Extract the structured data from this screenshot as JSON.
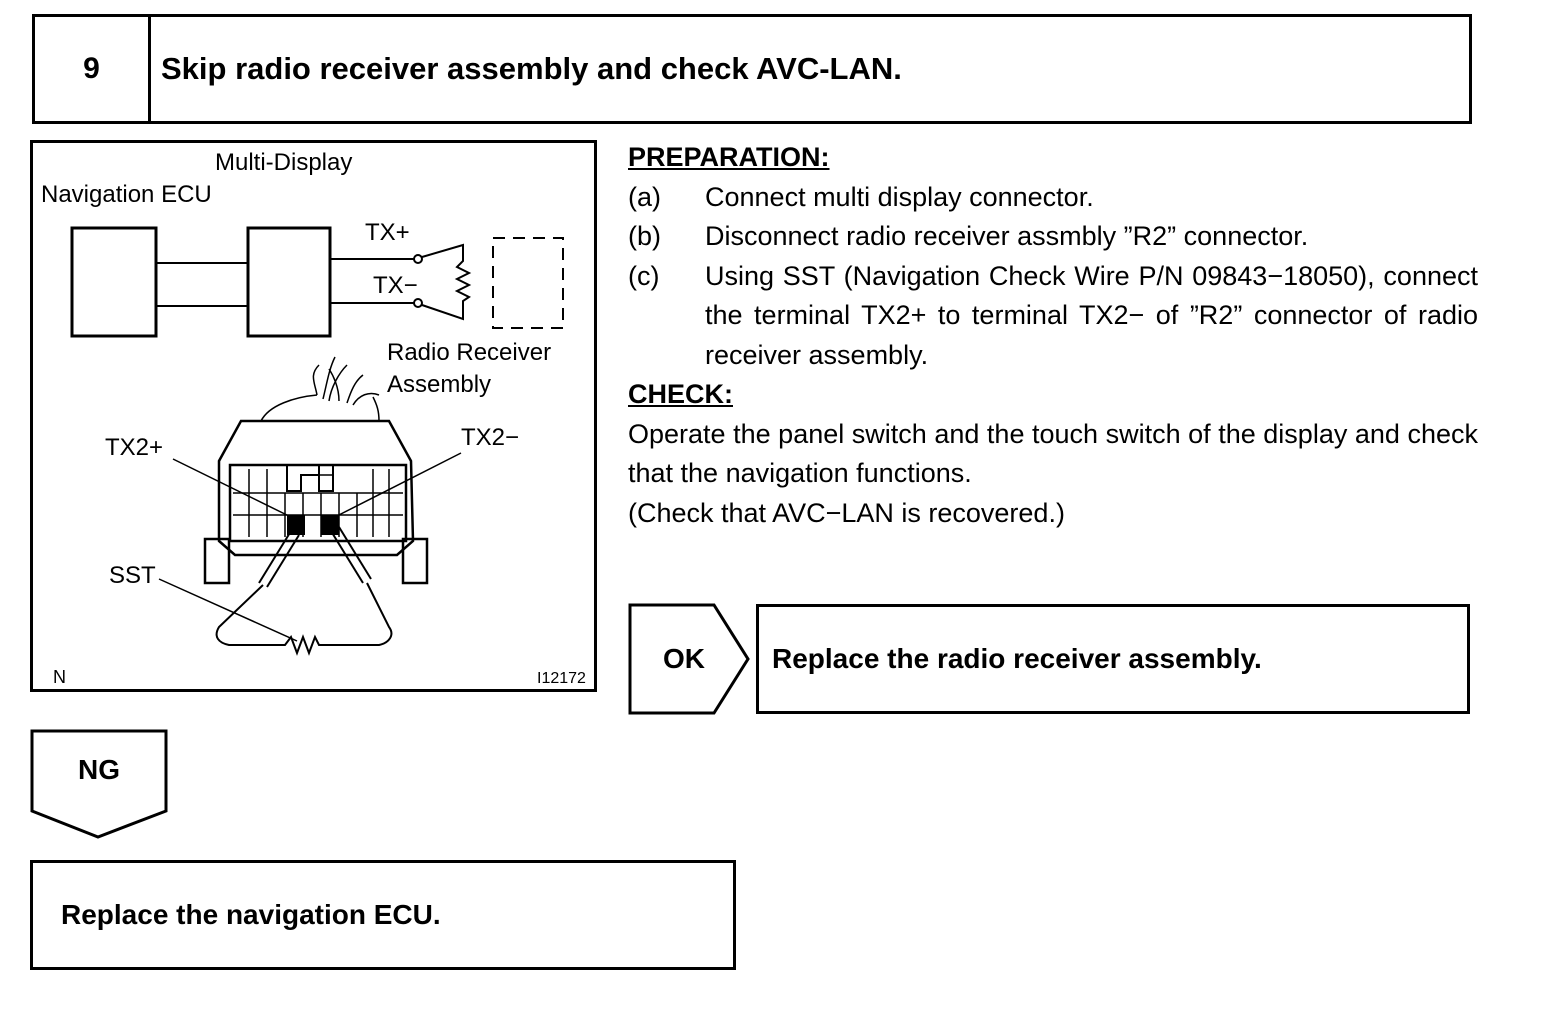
{
  "step": {
    "number": "9",
    "title": "Skip radio receiver assembly and check AVC-LAN."
  },
  "figure": {
    "label_multi_display": "Multi-Display",
    "label_navigation_ecu": "Navigation ECU",
    "label_tx_plus": "TX+",
    "label_tx_minus": "TX−",
    "label_radio_receiver_line1": "Radio Receiver",
    "label_radio_receiver_line2": "Assembly",
    "label_tx2_plus": "TX2+",
    "label_tx2_minus": "TX2−",
    "label_sst": "SST",
    "corner_code": "N",
    "figure_id": "I12172"
  },
  "preparation": {
    "heading": "PREPARATION:",
    "items": [
      {
        "letter": "(a)",
        "text": "Connect multi display connector."
      },
      {
        "letter": "(b)",
        "text": "Disconnect radio receiver assmbly ”R2” connector."
      },
      {
        "letter": "(c)",
        "text": "Using SST (Navigation Check Wire P/N 09843−18050), connect the terminal TX2+ to terminal TX2− of ”R2” con­nector of radio receiver assembly."
      }
    ]
  },
  "check": {
    "heading": "CHECK:",
    "line1": "Operate the panel switch and the touch switch of the display and check that the navigation functions.",
    "line2": "(Check that AVC−LAN is recovered.)"
  },
  "results": {
    "ok_label": "OK",
    "ok_action": "Replace the radio receiver assembly.",
    "ng_label": "NG",
    "ng_action": "Replace the navigation ECU."
  }
}
